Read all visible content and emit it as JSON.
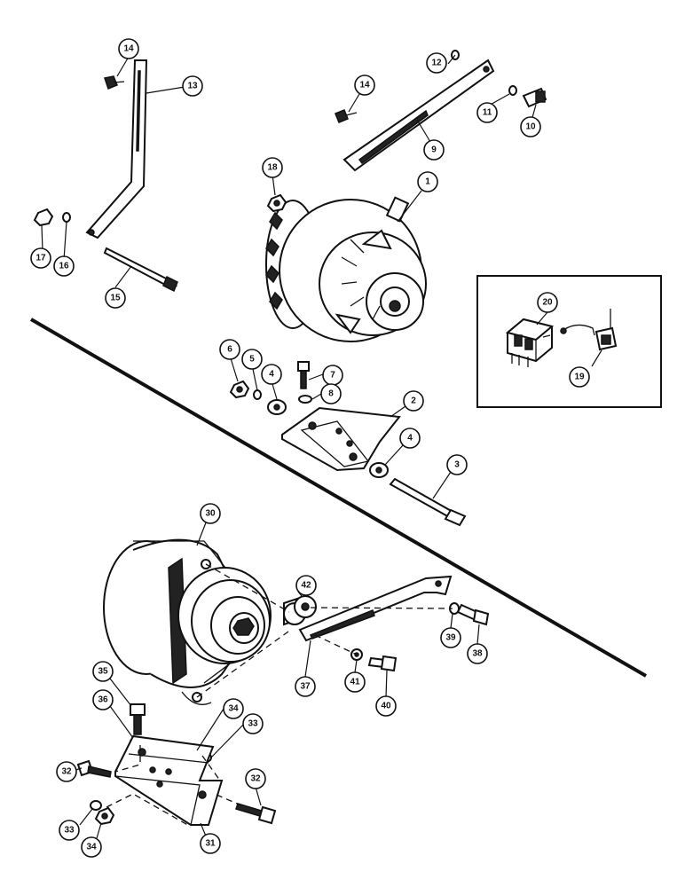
{
  "callouts": [
    {
      "num": "1",
      "label": "alternator-upper"
    },
    {
      "num": "2",
      "label": "mounting-bracket-upper"
    },
    {
      "num": "3",
      "label": "long-bolt-upper"
    },
    {
      "num": "4",
      "label": "washer"
    },
    {
      "num": "4",
      "label": "washer"
    },
    {
      "num": "5",
      "label": "lock-washer"
    },
    {
      "num": "6",
      "label": "nut"
    },
    {
      "num": "7",
      "label": "bolt"
    },
    {
      "num": "8",
      "label": "washer"
    },
    {
      "num": "9",
      "label": "adjusting-strap"
    },
    {
      "num": "10",
      "label": "bolt"
    },
    {
      "num": "11",
      "label": "lock-washer"
    },
    {
      "num": "12",
      "label": "washer"
    },
    {
      "num": "13",
      "label": "brace"
    },
    {
      "num": "14",
      "label": "bolt"
    },
    {
      "num": "14",
      "label": "bolt"
    },
    {
      "num": "15",
      "label": "long-bolt"
    },
    {
      "num": "16",
      "label": "lock-washer"
    },
    {
      "num": "17",
      "label": "nut"
    },
    {
      "num": "18",
      "label": "nut"
    },
    {
      "num": "19",
      "label": "connector"
    },
    {
      "num": "20",
      "label": "regulator"
    },
    {
      "num": "30",
      "label": "alternator-lower"
    },
    {
      "num": "31",
      "label": "mounting-bracket-lower"
    },
    {
      "num": "32",
      "label": "bolt"
    },
    {
      "num": "32",
      "label": "bolt"
    },
    {
      "num": "33",
      "label": "washer"
    },
    {
      "num": "33",
      "label": "washer"
    },
    {
      "num": "34",
      "label": "nut"
    },
    {
      "num": "34",
      "label": "nut"
    },
    {
      "num": "35",
      "label": "bolt"
    },
    {
      "num": "36",
      "label": "washer"
    },
    {
      "num": "37",
      "label": "adjusting-strap-lower"
    },
    {
      "num": "38",
      "label": "bolt"
    },
    {
      "num": "39",
      "label": "washer"
    },
    {
      "num": "40",
      "label": "bolt"
    },
    {
      "num": "41",
      "label": "washer"
    },
    {
      "num": "42",
      "label": "spacer"
    }
  ]
}
